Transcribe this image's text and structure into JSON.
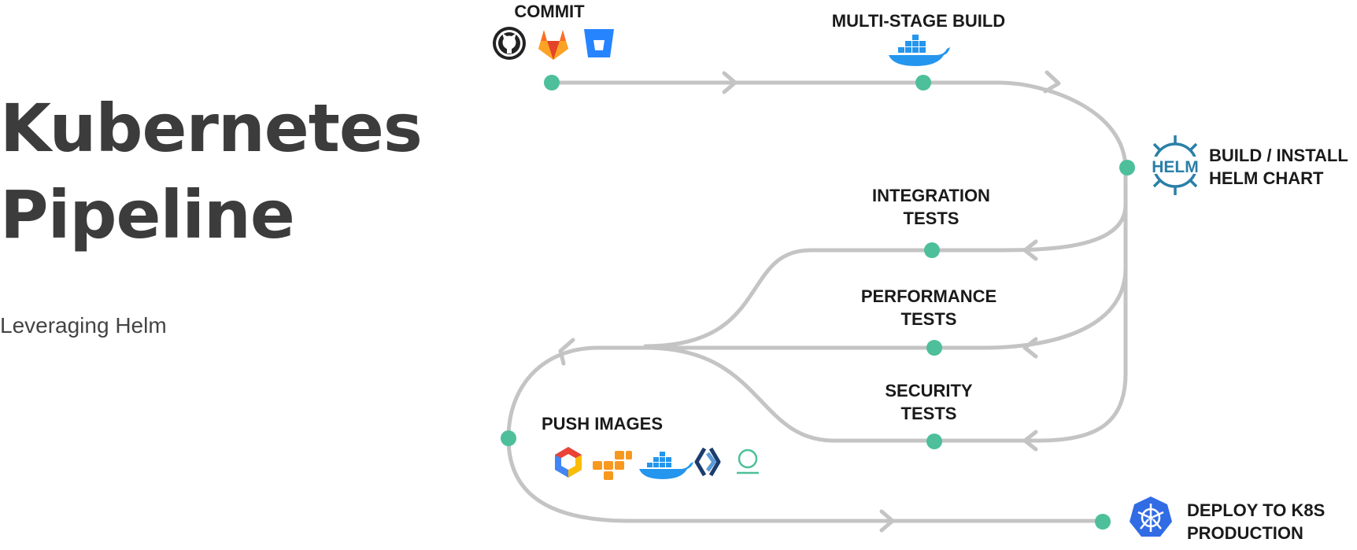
{
  "slide": {
    "title_line1": "Kubernetes",
    "title_line2": "Pipeline",
    "subtitle": "Leveraging Helm"
  },
  "stages": {
    "commit": "COMMIT",
    "build": "MULTI-STAGE BUILD",
    "helm_line1": "BUILD / INSTALL",
    "helm_line2": "HELM CHART",
    "integration_line1": "INTEGRATION",
    "integration_line2": "TESTS",
    "performance_line1": "PERFORMANCE",
    "performance_line2": "TESTS",
    "security_line1": "SECURITY",
    "security_line2": "TESTS",
    "push": "PUSH IMAGES",
    "deploy_line1": "DEPLOY TO K8S",
    "deploy_line2": "PRODUCTION"
  },
  "logos": {
    "helm_text": "HELM"
  },
  "icons": {
    "commit": [
      "github-icon",
      "gitlab-icon",
      "bitbucket-icon"
    ],
    "build": "docker-icon",
    "helm": "helm-icon",
    "push": [
      "gcr-icon",
      "aws-ecr-icon",
      "docker-hub-icon",
      "harbor-icon",
      "quay-icon"
    ],
    "deploy": "kubernetes-icon"
  },
  "colors": {
    "track": "#c4c4c4",
    "node": "#4dbf9a",
    "helm": "#2a7fa8",
    "docker": "#2496ed",
    "kubernetes": "#326ce5"
  }
}
